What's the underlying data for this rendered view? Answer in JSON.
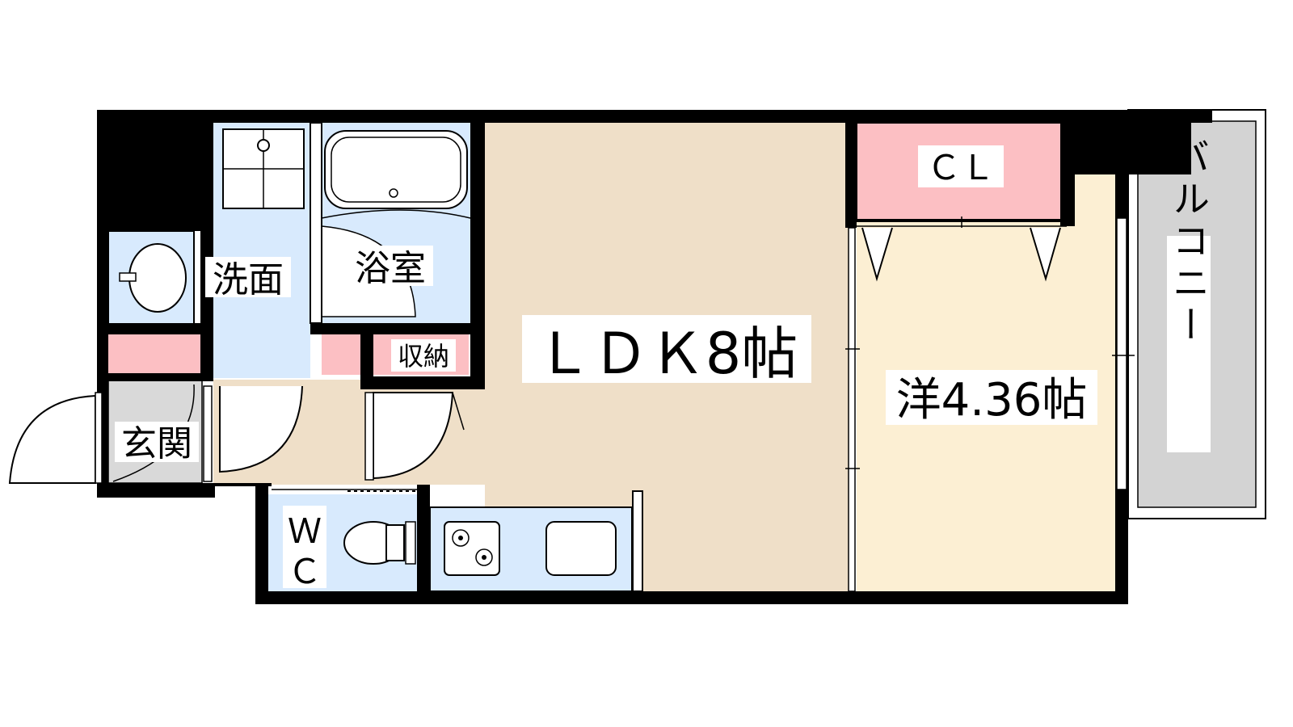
{
  "rooms": {
    "ldk": "ＬＤＫ8帖",
    "western": "洋4.36帖",
    "closet": "ＣＬ",
    "balcony": "バルコニー",
    "washroom": "洗面",
    "bathroom": "浴室",
    "storage": "収納",
    "entrance": "玄関",
    "wc_top": "Ｗ",
    "wc_bottom": "Ｃ"
  },
  "colors": {
    "wall": "#000000",
    "ldk_floor": "#efdfc8",
    "western_floor": "#fcefd3",
    "wet_area": "#d8eafd",
    "storage": "#fcbfc3",
    "balcony": "#d3d3d3",
    "entrance_floor": "#d9d9d9",
    "label_bg": "#ffffff"
  }
}
